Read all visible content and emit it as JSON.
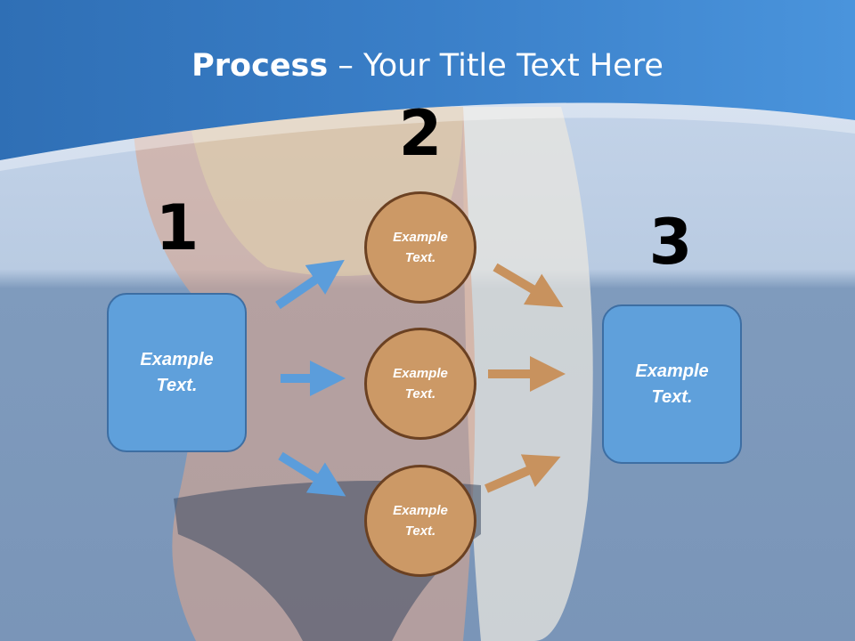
{
  "title": {
    "bold": "Process",
    "rest": " – Your Title Text Here"
  },
  "steps": [
    {
      "number": "1",
      "text": "Example Text."
    },
    {
      "number": "2"
    },
    {
      "number": "3",
      "text": "Example Text."
    }
  ],
  "circles": [
    {
      "text": "Example Text."
    },
    {
      "text": "Example Text."
    },
    {
      "text": "Example Text."
    }
  ],
  "colors": {
    "header_blue": "#3f83cc",
    "box_fill": "#5fa0db",
    "circle_fill": "#cc9966",
    "blue_arrow": "#5b9ddb",
    "orange_arrow": "#c8925e"
  }
}
